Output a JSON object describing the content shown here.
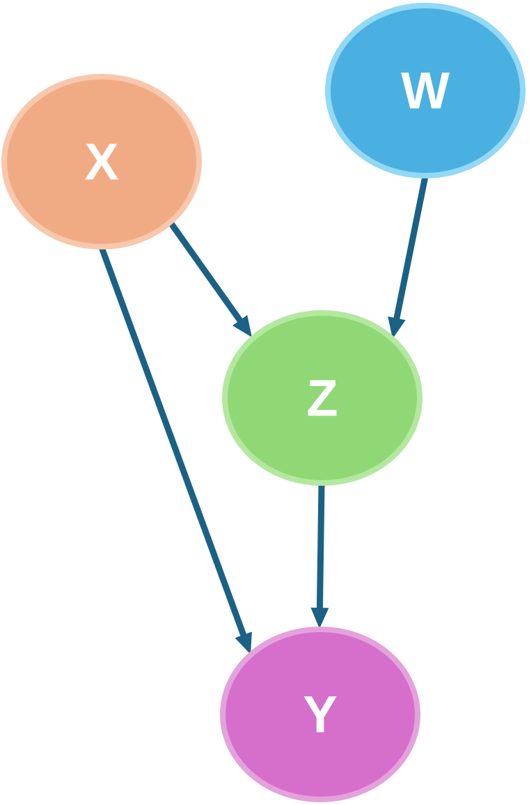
{
  "colors": {
    "edge": "#1b6185",
    "label": "#ffffff"
  },
  "nodes": {
    "W": {
      "label": "W",
      "fill": "#49b0e1",
      "stroke": "#93d8f6"
    },
    "X": {
      "label": "X",
      "fill": "#f1ab84",
      "stroke": "#f8c8ad"
    },
    "Z": {
      "label": "Z",
      "fill": "#90d875",
      "stroke": "#b4e8a0"
    },
    "Y": {
      "label": "Y",
      "fill": "#d56fcb",
      "stroke": "#e4a2dc"
    }
  },
  "edges": [
    {
      "from": "X",
      "to": "Z"
    },
    {
      "from": "W",
      "to": "Z"
    },
    {
      "from": "X",
      "to": "Y"
    },
    {
      "from": "Z",
      "to": "Y"
    }
  ]
}
